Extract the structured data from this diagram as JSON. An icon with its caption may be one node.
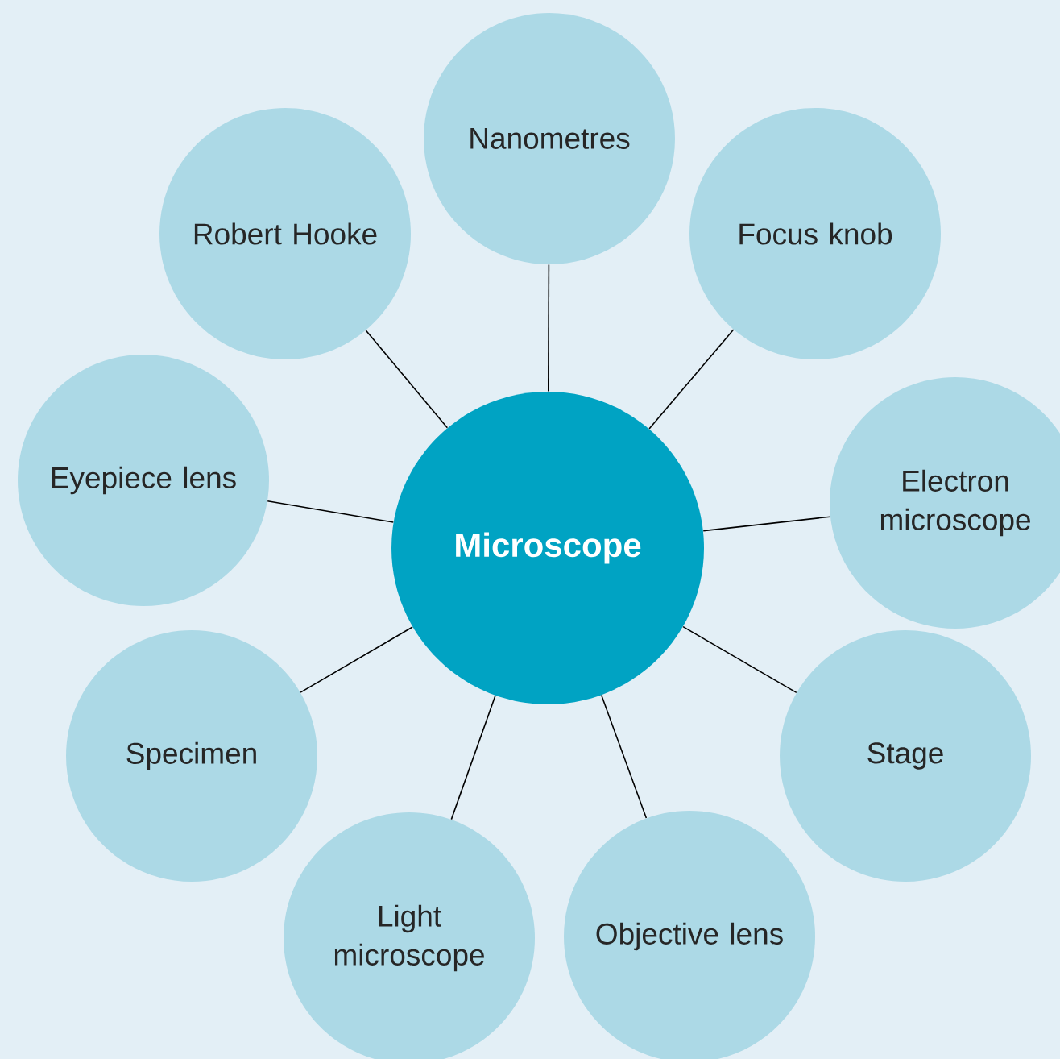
{
  "diagram": {
    "nodes": [
      {
        "text": [
          "Microscope"
        ]
      },
      {
        "text": [
          "Nanometres"
        ]
      },
      {
        "text": [
          "Focus knob"
        ]
      },
      {
        "text": [
          "Electron microscope"
        ]
      },
      {
        "text": [
          "Stage"
        ]
      },
      {
        "text": [
          "Objective lens"
        ]
      },
      {
        "text": [
          "Light microscope"
        ]
      },
      {
        "text": [
          "Specimen"
        ]
      },
      {
        "text": [
          "Eyepiece lens"
        ]
      },
      {
        "text": [
          "Robert Hooke"
        ]
      }
    ],
    "edges": [
      {
        "from": 0,
        "to": 1,
        "arrow": "none"
      },
      {
        "from": 0,
        "to": 2,
        "arrow": "none"
      },
      {
        "from": 0,
        "to": 3,
        "arrow": "none"
      },
      {
        "from": 0,
        "to": 4,
        "arrow": "none"
      },
      {
        "from": 0,
        "to": 5,
        "arrow": "none"
      },
      {
        "from": 0,
        "to": 6,
        "arrow": "none"
      },
      {
        "from": 0,
        "to": 7,
        "arrow": "none"
      },
      {
        "from": 0,
        "to": 8,
        "arrow": "none"
      },
      {
        "from": 0,
        "to": 9,
        "arrow": "none"
      }
    ]
  }
}
